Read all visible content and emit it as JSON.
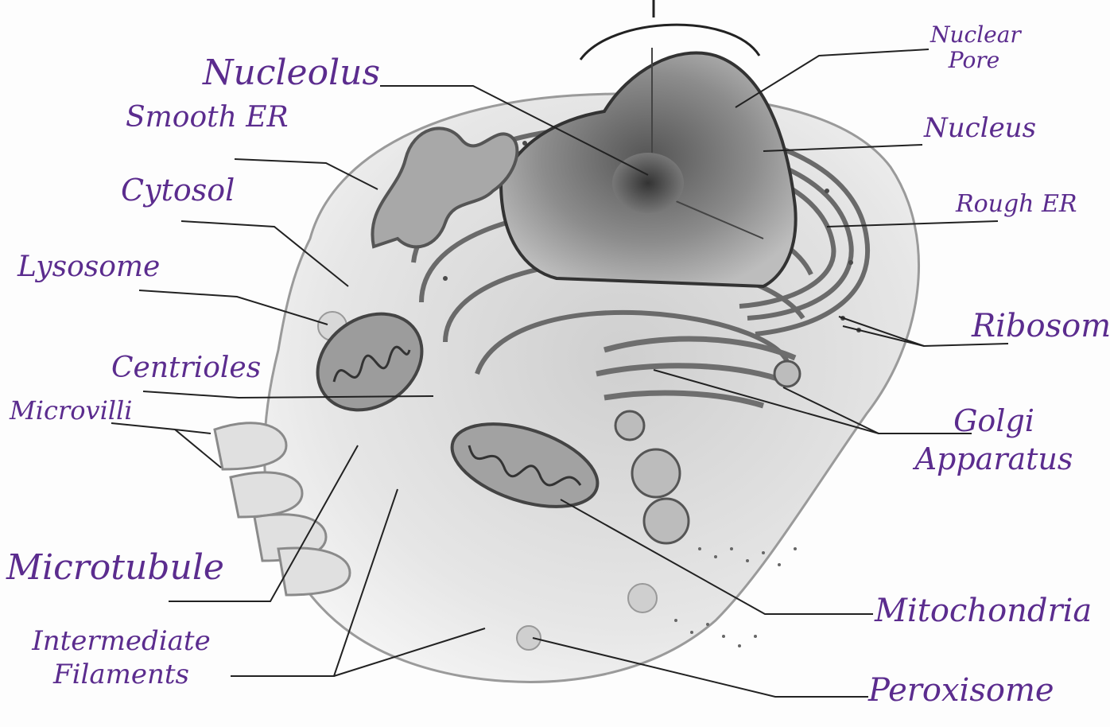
{
  "diagram": {
    "labels": {
      "nucleolus": "Nucleolus",
      "smooth_er": "Smooth ER",
      "cytosol": "Cytosol",
      "lysosome": "Lysosome",
      "centrioles": "Centrioles",
      "microvilli": "Microvilli",
      "microtubule": "Microtubule",
      "intermediate_filaments": "Intermediate Filaments",
      "nuclear_pore": "Nuclear Pore",
      "nucleus": "Nucleus",
      "rough_er": "Rough ER",
      "ribosomes": "Ribosomes",
      "golgi_apparatus": "Golgi Apparatus",
      "mitochondria": "Mitochondria",
      "peroxisome": "Peroxisome"
    },
    "colors": {
      "ink": "#5b2c8e",
      "lines": "#222222",
      "cell_shade": "#9a9a9a"
    }
  }
}
